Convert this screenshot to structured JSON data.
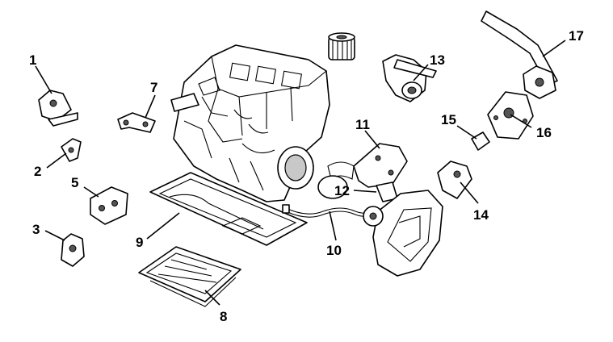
{
  "callouts": {
    "n1": "1",
    "n2": "2",
    "n3": "3",
    "n5": "5",
    "n7": "7",
    "n8": "8",
    "n9": "9",
    "n10": "10",
    "n11": "11",
    "n12": "12",
    "n13": "13",
    "n14": "14",
    "n15": "15",
    "n16": "16",
    "n17": "17"
  }
}
